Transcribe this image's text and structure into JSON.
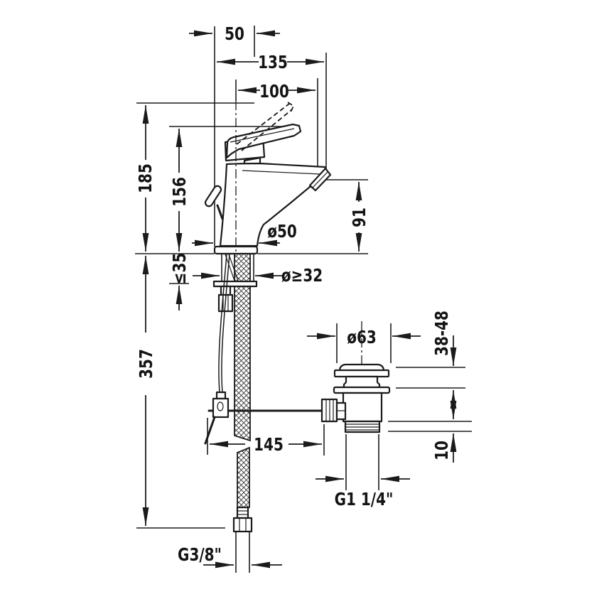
{
  "page": {
    "background": "#ffffff",
    "line_color": "#1b1b1b"
  },
  "drawing": {
    "kind": "single-lever-basin-mixer-with-pop-up-waste-technical-drawing",
    "dims": {
      "d50": "50",
      "d135": "135",
      "d100": "100",
      "d185": "185",
      "d156": "156",
      "d91": "91",
      "dia50": "ø50",
      "max35": "≤35",
      "dia32": "ø≥32",
      "d357": "357",
      "dia63": "ø63",
      "d3848": "38-48",
      "d10": "10",
      "d145": "145",
      "g114": "G1 1/4\"",
      "g38": "G3/8\""
    }
  }
}
